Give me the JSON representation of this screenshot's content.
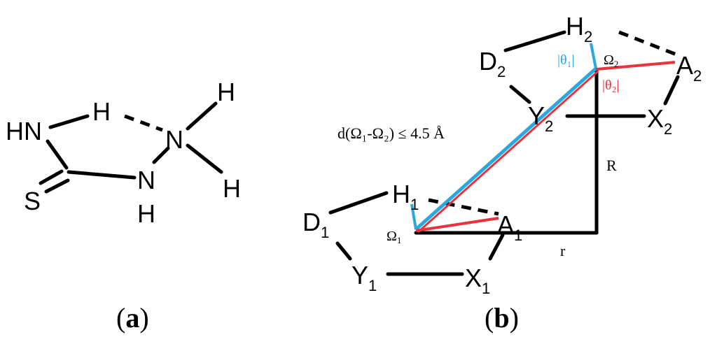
{
  "panel_a": {
    "caption_open": "(",
    "caption_letter": "a",
    "caption_close": ")",
    "atoms": {
      "hn": "HN",
      "h_top": "H",
      "n_right": "N",
      "h_upper_right": "H",
      "h_lower_right": "H",
      "nh_n": "N",
      "nh_h": "H",
      "s": "S"
    }
  },
  "panel_b": {
    "caption_open": "(",
    "caption_letter": "b",
    "caption_close": ")",
    "atoms": {
      "h2": "H",
      "h2_sub": "2",
      "d2": "D",
      "d2_sub": "2",
      "a2": "A",
      "a2_sub": "2",
      "y2": "Y",
      "y2_sub": "2",
      "x2": "X",
      "x2_sub": "2",
      "h1": "H",
      "h1_sub": "1",
      "d1": "D",
      "d1_sub": "1",
      "a1": "A",
      "a1_sub": "1",
      "y1": "Y",
      "y1_sub": "1",
      "x1": "X",
      "x1_sub": "1"
    },
    "labels": {
      "omega2": "Ω",
      "omega2_sub": "2",
      "omega1": "Ω",
      "omega1_sub": "1",
      "theta1": "|θ₁|",
      "theta2": "|θ₂|",
      "distance": "d(Ω₁-Ω₂) ≤ 4.5 Å",
      "R": "R",
      "r": "r"
    },
    "colors": {
      "blue": "#29a8e0",
      "red": "#e8323c",
      "black": "#000000"
    }
  }
}
